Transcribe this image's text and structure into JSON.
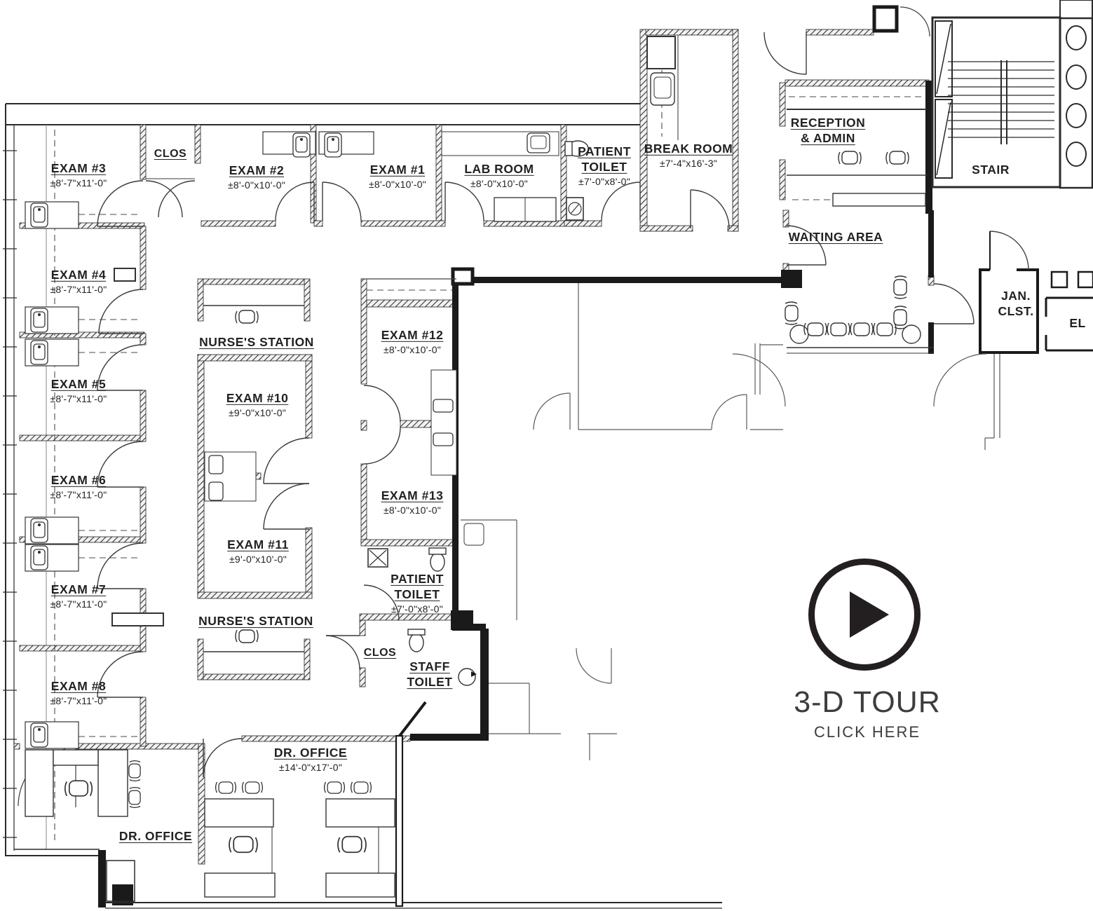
{
  "plan": {
    "type": "medical-office-floor-plan",
    "colors": {
      "linework": "#2a2a2a",
      "play_button": "#231f20"
    },
    "icons": {
      "play": "▶",
      "toilet": "toilet-icon",
      "sink": "sink-icon",
      "chair": "chair-icon"
    }
  },
  "rooms": [
    {
      "name": "EXAM #3",
      "dims": "±8'-7\"x11'-0\""
    },
    {
      "name": "EXAM #4",
      "dims": "±8'-7\"x11'-0\""
    },
    {
      "name": "EXAM #5",
      "dims": "±8'-7\"x11'-0\""
    },
    {
      "name": "EXAM #6",
      "dims": "±8'-7\"x11'-0\""
    },
    {
      "name": "EXAM #7",
      "dims": "±8'-7\"x11'-0\""
    },
    {
      "name": "EXAM #8",
      "dims": "±8'-7\"x11'-0\""
    },
    {
      "name": "CLOS",
      "dims": ""
    },
    {
      "name": "EXAM #2",
      "dims": "±8'-0\"x10'-0\""
    },
    {
      "name": "EXAM #1",
      "dims": "±8'-0\"x10'-0\""
    },
    {
      "name": "LAB ROOM",
      "dims": "±8'-0\"x10'-0\""
    },
    {
      "name": "PATIENT\nTOILET",
      "dims": "±7'-0\"x8'-0\""
    },
    {
      "name": "BREAK ROOM",
      "dims": "±7'-4\"x16'-3\""
    },
    {
      "name": "RECEPTION\n& ADMIN",
      "dims": ""
    },
    {
      "name": "STAIR",
      "dims": ""
    },
    {
      "name": "WAITING AREA",
      "dims": ""
    },
    {
      "name": "JAN.\nCLST.",
      "dims": ""
    },
    {
      "name": "EL",
      "dims": ""
    },
    {
      "name": "EXAM #12",
      "dims": "±8'-0\"x10'-0\""
    },
    {
      "name": "NURSE'S STATION",
      "dims": ""
    },
    {
      "name": "EXAM #10",
      "dims": "±9'-0\"x10'-0\""
    },
    {
      "name": "EXAM #13",
      "dims": "±8'-0\"x10'-0\""
    },
    {
      "name": "EXAM #11",
      "dims": "±9'-0\"x10'-0\""
    },
    {
      "name": "PATIENT\nTOILET",
      "dims": "±7'-0\"x8'-0\""
    },
    {
      "name": "NURSE'S STATION",
      "dims": ""
    },
    {
      "name": "CLOS",
      "dims": ""
    },
    {
      "name": "STAFF\nTOILET",
      "dims": ""
    },
    {
      "name": "DR. OFFICE",
      "dims": "±14'-0\"x17'-0\""
    },
    {
      "name": "DR. OFFICE",
      "dims": ""
    }
  ],
  "tour": {
    "title": "3-D TOUR",
    "subtitle": "CLICK HERE"
  }
}
